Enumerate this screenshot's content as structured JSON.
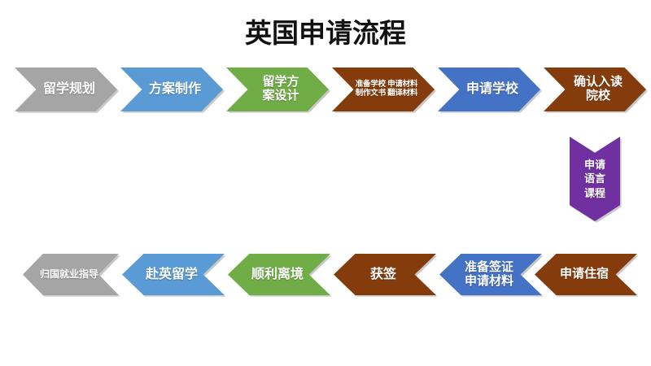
{
  "title": "英国申请流程",
  "colors": {
    "gray": "#a5a5a5",
    "light_blue": "#5b9bd5",
    "green": "#70ad47",
    "brown": "#843c0c",
    "strong_blue": "#4472c4",
    "purple": "#7030a0",
    "background": "#ffffff",
    "title_text": "#111111",
    "chevron_text": "#ffffff"
  },
  "row1": {
    "name": "上排流程",
    "steps": [
      {
        "id": "step-1",
        "label": "留学规划",
        "color": "gray",
        "lines": 1
      },
      {
        "id": "step-2",
        "label": "方案制作",
        "color": "light_blue",
        "lines": 1
      },
      {
        "id": "step-3",
        "label": "留学方\n案设计",
        "color": "green",
        "lines": 2
      },
      {
        "id": "step-4",
        "label": "准备学校 申请材料\n制作文书 翻译材料",
        "color": "brown",
        "lines": 2
      },
      {
        "id": "step-5",
        "label": "申请学校",
        "color": "strong_blue",
        "lines": 1
      },
      {
        "id": "step-6",
        "label": "确认入读\n院校",
        "color": "brown",
        "lines": 2
      }
    ]
  },
  "connector": {
    "id": "step-7",
    "name": "申请语言课程",
    "label": "申请\n语言\n课程",
    "color": "purple",
    "direction": "down"
  },
  "row2": {
    "name": "下排流程",
    "steps": [
      {
        "id": "step-8",
        "label": "归国就业指导",
        "color": "gray",
        "lines": 1
      },
      {
        "id": "step-9",
        "label": "赴英留学",
        "color": "light_blue",
        "lines": 1
      },
      {
        "id": "step-10",
        "label": "顺利离境",
        "color": "green",
        "lines": 1
      },
      {
        "id": "step-11",
        "label": "获签",
        "color": "brown",
        "lines": 1
      },
      {
        "id": "step-12",
        "label": "准备签证\n申请材料",
        "color": "strong_blue",
        "lines": 2
      },
      {
        "id": "step-13",
        "label": "申请住宿",
        "color": "brown",
        "lines": 1
      }
    ]
  }
}
